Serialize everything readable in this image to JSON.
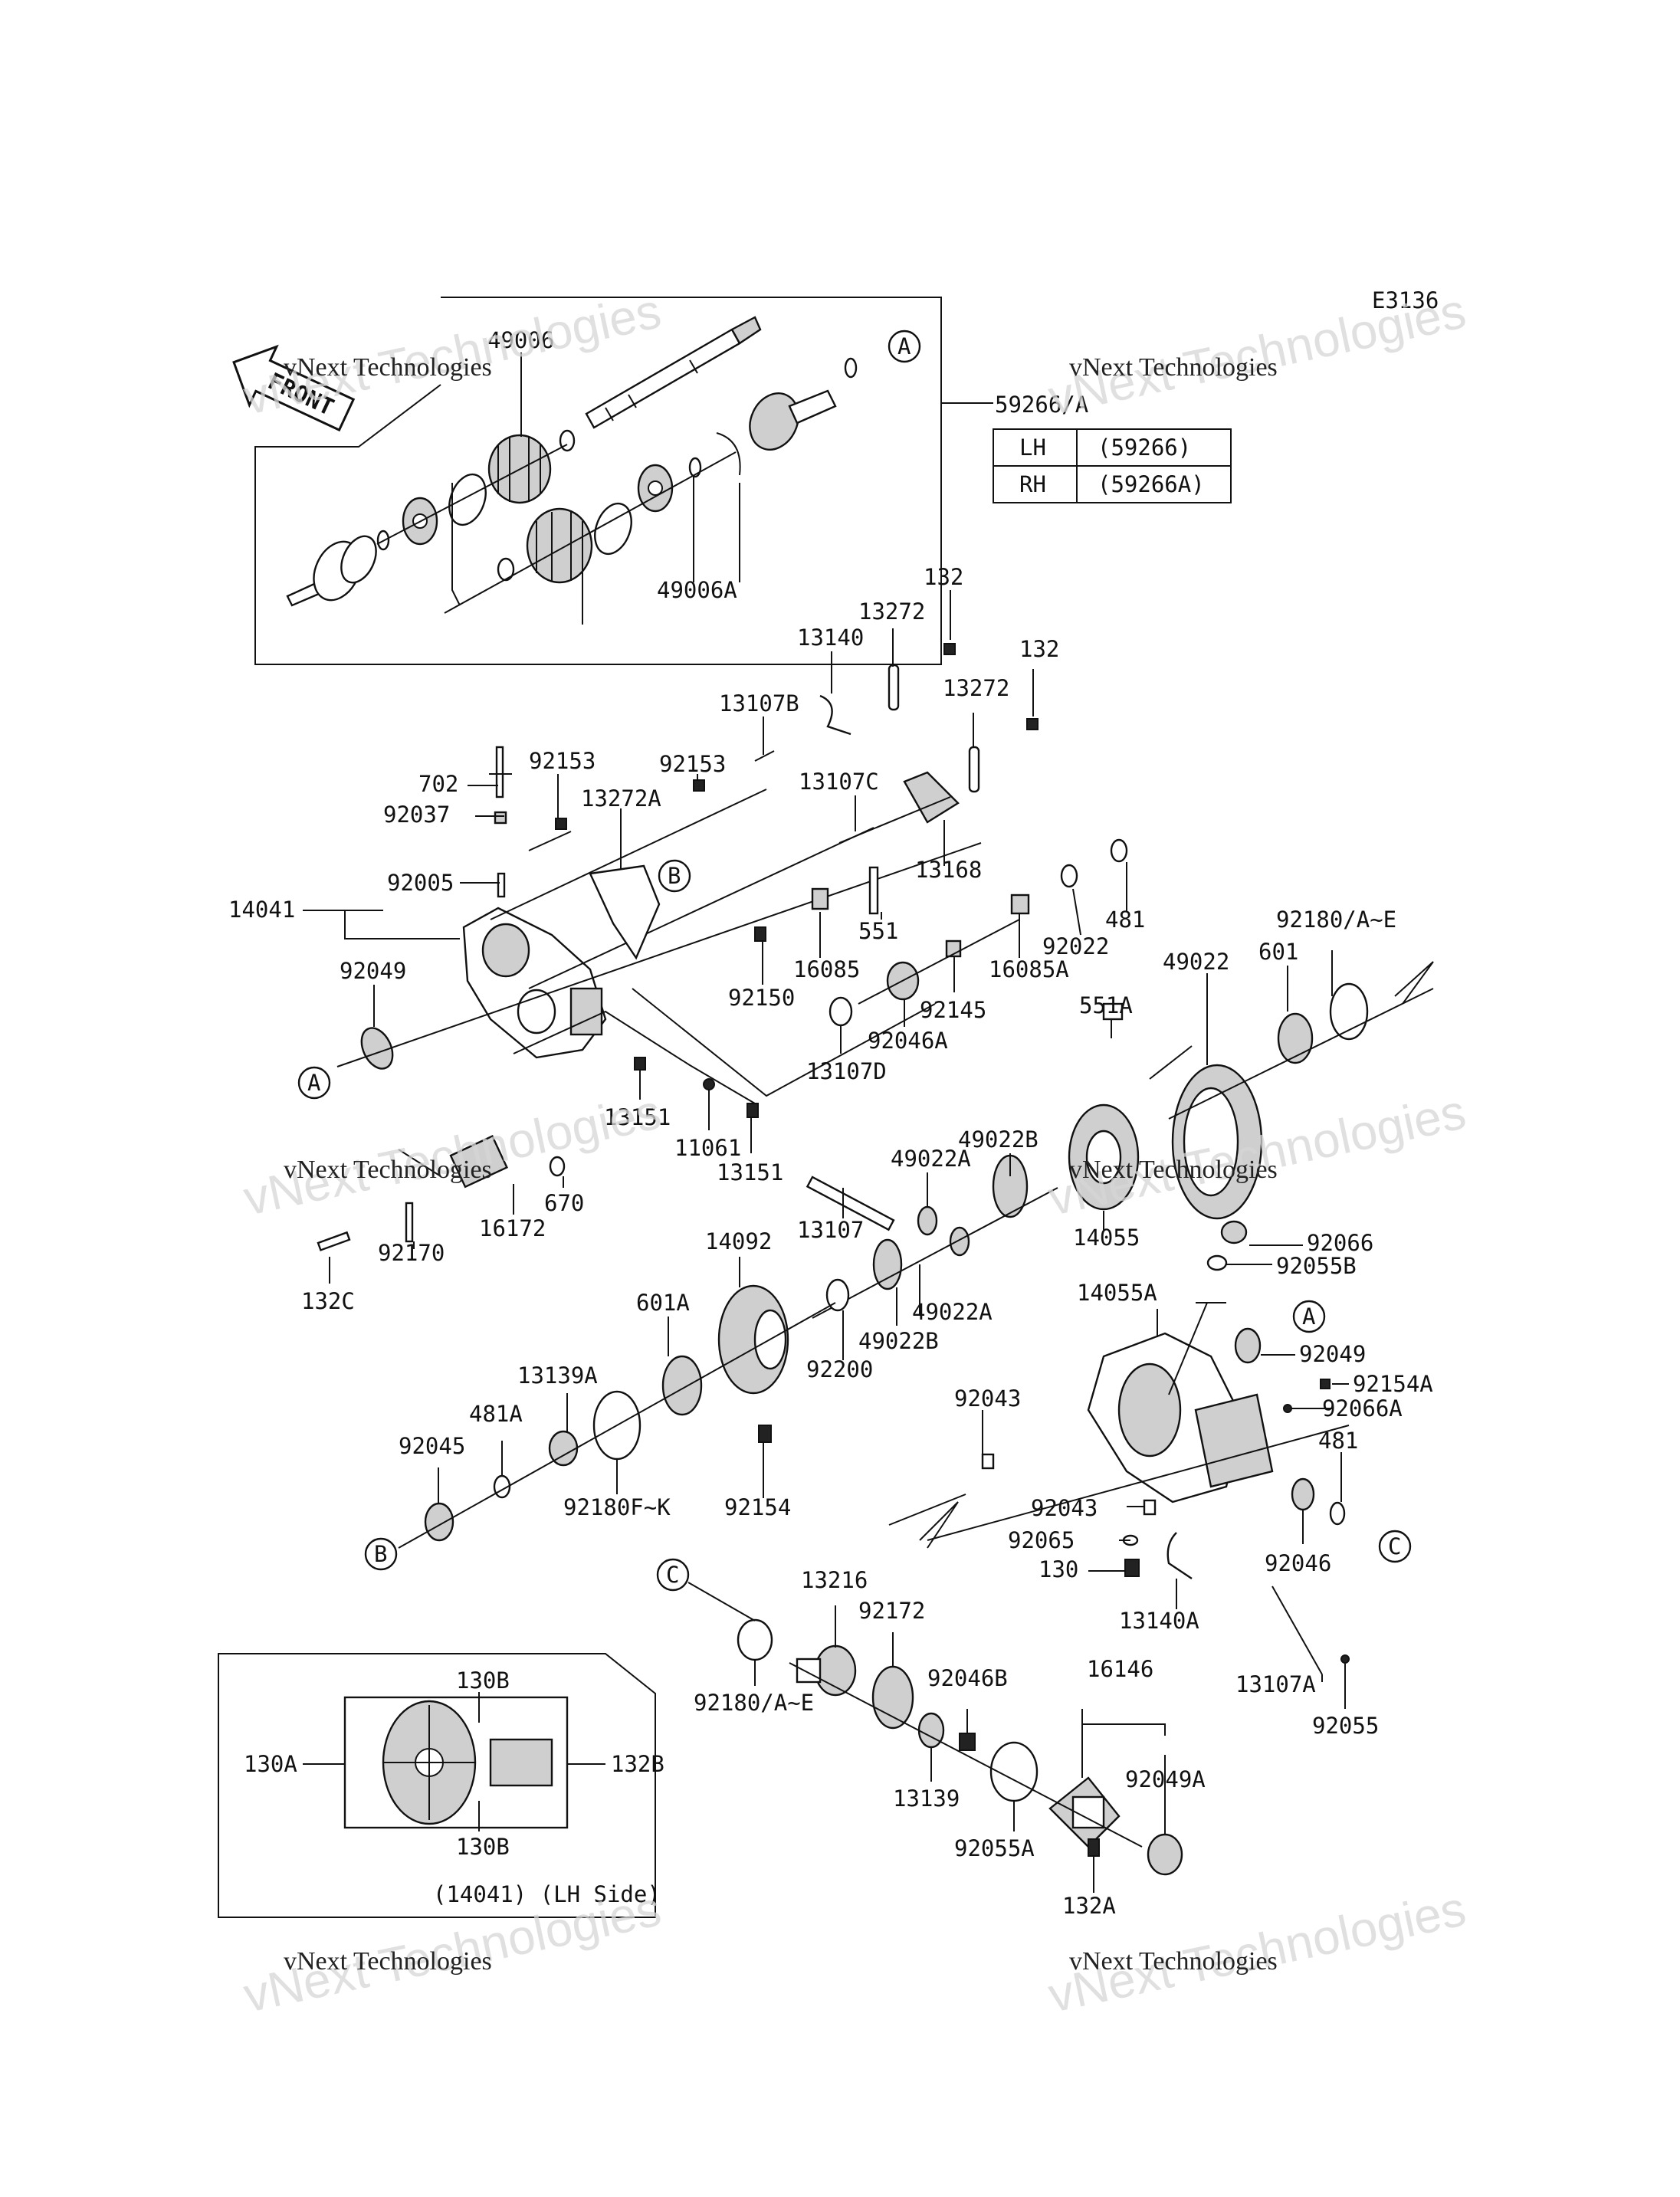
{
  "diagram_id": "E3136",
  "callouts": [
    {
      "text": "49006"
    },
    {
      "text": "49006A"
    },
    {
      "text": "59266/A"
    },
    {
      "text": "132"
    },
    {
      "text": "13272"
    },
    {
      "text": "13140"
    },
    {
      "text": "132"
    },
    {
      "text": "13272"
    },
    {
      "text": "13107B"
    },
    {
      "text": "13107C"
    },
    {
      "text": "13168"
    },
    {
      "text": "702"
    },
    {
      "text": "92153"
    },
    {
      "text": "92153"
    },
    {
      "text": "92037"
    },
    {
      "text": "13272A"
    },
    {
      "text": "92005"
    },
    {
      "text": "14041"
    },
    {
      "text": "551"
    },
    {
      "text": "481"
    },
    {
      "text": "92022"
    },
    {
      "text": "16085"
    },
    {
      "text": "16085A"
    },
    {
      "text": "92180/A~E"
    },
    {
      "text": "49022"
    },
    {
      "text": "601"
    },
    {
      "text": "92049"
    },
    {
      "text": "92150"
    },
    {
      "text": "92145"
    },
    {
      "text": "92046A"
    },
    {
      "text": "13107D"
    },
    {
      "text": "551A"
    },
    {
      "text": "13151"
    },
    {
      "text": "11061"
    },
    {
      "text": "13151"
    },
    {
      "text": "670"
    },
    {
      "text": "16172"
    },
    {
      "text": "92170"
    },
    {
      "text": "132C"
    },
    {
      "text": "49022B"
    },
    {
      "text": "49022A"
    },
    {
      "text": "13107"
    },
    {
      "text": "14055"
    },
    {
      "text": "14092"
    },
    {
      "text": "92066"
    },
    {
      "text": "92055B"
    },
    {
      "text": "49022A"
    },
    {
      "text": "49022B"
    },
    {
      "text": "601A"
    },
    {
      "text": "92200"
    },
    {
      "text": "14055A"
    },
    {
      "text": "13139A"
    },
    {
      "text": "92049"
    },
    {
      "text": "92043"
    },
    {
      "text": "92154A"
    },
    {
      "text": "481A"
    },
    {
      "text": "92066A"
    },
    {
      "text": "92045"
    },
    {
      "text": "92180F~K"
    },
    {
      "text": "92154"
    },
    {
      "text": "481"
    },
    {
      "text": "92043"
    },
    {
      "text": "92046"
    },
    {
      "text": "92065"
    },
    {
      "text": "130"
    },
    {
      "text": "13216"
    },
    {
      "text": "13140A"
    },
    {
      "text": "92172"
    },
    {
      "text": "16146"
    },
    {
      "text": "92046B"
    },
    {
      "text": "13107A"
    },
    {
      "text": "92180/A~E"
    },
    {
      "text": "92049A"
    },
    {
      "text": "13139"
    },
    {
      "text": "92055"
    },
    {
      "text": "92055A"
    },
    {
      "text": "132A"
    },
    {
      "text": "130B"
    },
    {
      "text": "130A"
    },
    {
      "text": "132B"
    },
    {
      "text": "130B"
    }
  ],
  "refs": [
    {
      "letter": "A"
    },
    {
      "letter": "B"
    },
    {
      "letter": "A"
    },
    {
      "letter": "A"
    },
    {
      "letter": "B"
    },
    {
      "letter": "C"
    },
    {
      "letter": "C"
    }
  ],
  "front_label": "FRONT",
  "variant_table": {
    "rows": [
      {
        "side": "LH",
        "part": "(59266)"
      },
      {
        "side": "RH",
        "part": "(59266A)"
      }
    ]
  },
  "inset_caption": "(14041) (LH Side)",
  "watermark": {
    "line1": "vNext Technologies",
    "line2": "vNext Technologies"
  }
}
